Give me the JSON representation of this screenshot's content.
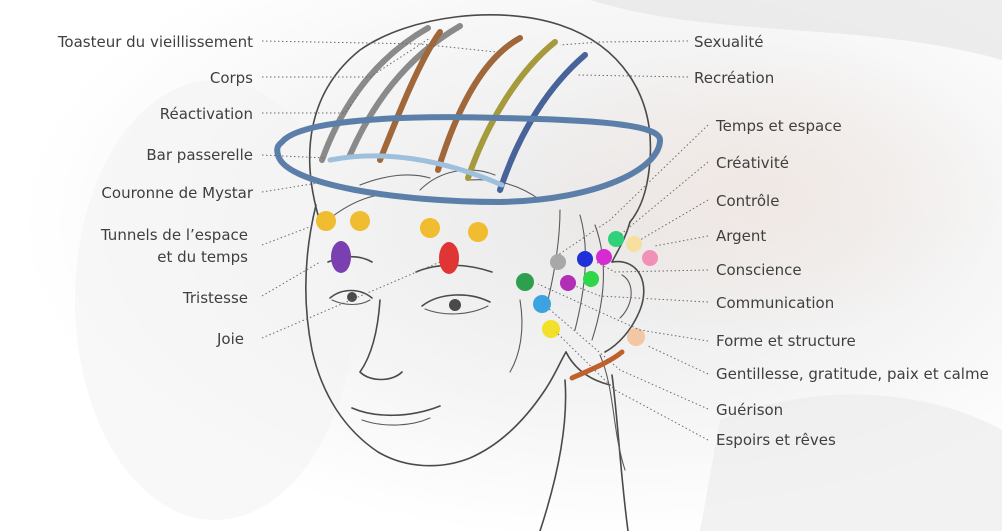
{
  "labels_left": [
    "Toasteur du vieillissement",
    "Corps",
    "Réactivation",
    "Bar passerelle",
    "Couronne de Mystar",
    "Tunnels de l’espace",
    "et du temps",
    "Tristesse",
    "Joie"
  ],
  "labels_right": [
    "Sexualité",
    "Recréation",
    "Temps et espace",
    "Créativité",
    "Contrôle",
    "Argent",
    "Conscience",
    "Communication",
    "Forme et structure",
    "Gentillesse, gratitude, paix et calme",
    "Guérison",
    "Espoirs et rêves"
  ],
  "colors": {
    "line_gray": "#8a8a8a",
    "line_brown": "#a0673a",
    "line_olive": "#a59b3c",
    "line_navy": "#48639a",
    "crown_blue": "#5b7fa8",
    "bridge_blue": "#9ec0dc",
    "dot_gold": "#f0bd30",
    "dot_purple": "#7a3fb0",
    "dot_red": "#e03535",
    "dot_green_dark": "#2e9e4f",
    "dot_cyan": "#3ba3e0",
    "dot_yellow": "#f2e02a",
    "dot_gray": "#a8a8a8",
    "dot_blue": "#2030d8",
    "dot_magenta": "#d62bd2",
    "dot_green_light": "#2fd64a",
    "dot_purple_mag": "#b02fb4",
    "dot_teal_green": "#31d07a",
    "dot_pale_yellow": "#f6dfa0",
    "dot_pink": "#f091b8",
    "dot_peach": "#f3c7a4",
    "bar_orange": "#c0602a"
  }
}
